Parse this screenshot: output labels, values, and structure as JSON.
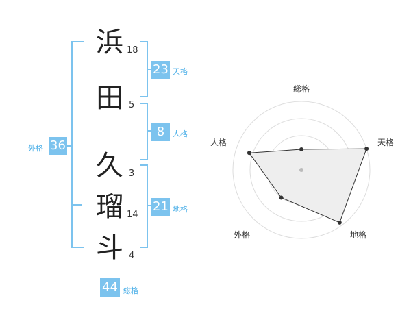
{
  "name": {
    "chars": [
      {
        "char": "浜",
        "strokes": "18"
      },
      {
        "char": "田",
        "strokes": "5"
      },
      {
        "char": "久",
        "strokes": "3"
      },
      {
        "char": "瑠",
        "strokes": "14"
      },
      {
        "char": "斗",
        "strokes": "4"
      }
    ]
  },
  "scores": {
    "tenkaku": {
      "value": "23",
      "label": "天格"
    },
    "jinkaku": {
      "value": "8",
      "label": "人格"
    },
    "chikaku": {
      "value": "21",
      "label": "地格"
    },
    "gaikaku": {
      "value": "36",
      "label": "外格"
    },
    "soukaku": {
      "value": "44",
      "label": "総格"
    }
  },
  "colors": {
    "accent": "#7cc3ee",
    "label": "#4db0e8"
  },
  "chart_data": {
    "type": "radar",
    "axes": [
      "総格",
      "天格",
      "地格",
      "外格",
      "人格"
    ],
    "values": [
      0.3,
      1.0,
      0.95,
      0.5,
      0.8
    ],
    "rings": 4
  }
}
